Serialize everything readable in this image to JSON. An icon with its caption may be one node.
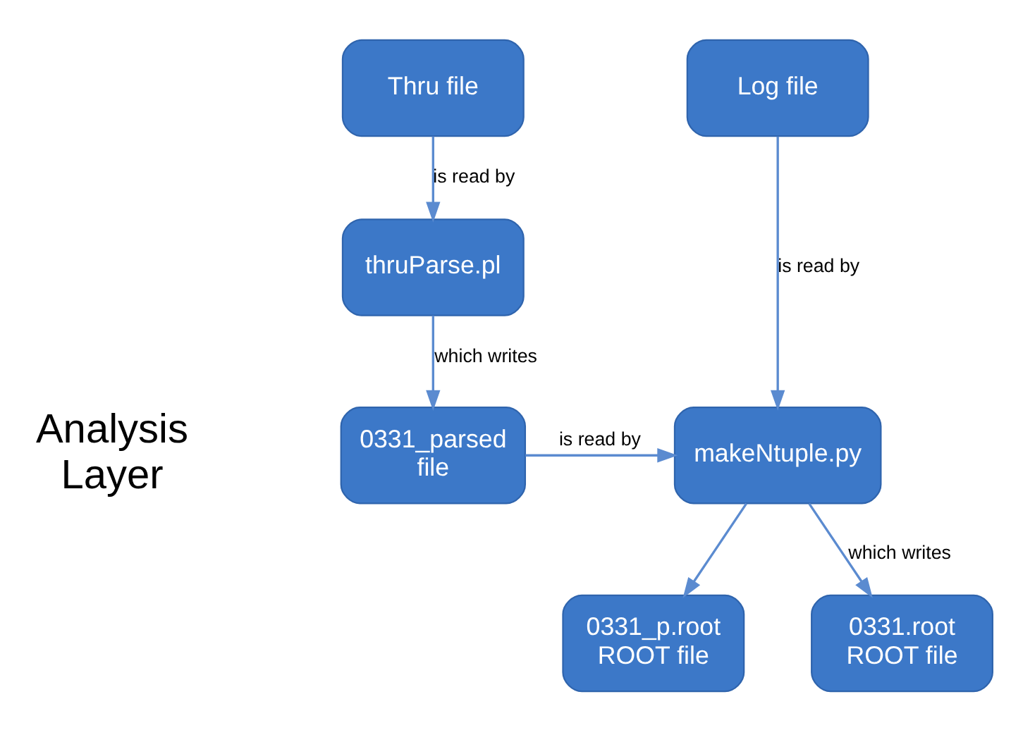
{
  "diagram": {
    "nodes": [
      {
        "text": [
          "Thru file"
        ]
      },
      {
        "text": [
          "Log file"
        ]
      },
      {
        "text": [
          "thruParse.pl"
        ]
      },
      {
        "text": [
          "0331_parsed file"
        ]
      },
      {
        "text": [
          "makeNtuple.py"
        ]
      },
      {
        "text": [
          "0331_p.root ROOT file"
        ]
      },
      {
        "text": [
          "0331.root ROOT file"
        ]
      }
    ],
    "edges": [
      {
        "from": 0,
        "to": 2,
        "arrow": "to",
        "label": "is read by"
      },
      {
        "from": 2,
        "to": 3,
        "arrow": "to",
        "label": "which writes"
      },
      {
        "from": 1,
        "to": 4,
        "arrow": "to",
        "label": "is read by"
      },
      {
        "from": 3,
        "to": 4,
        "arrow": "to",
        "label": "is read by"
      },
      {
        "from": 4,
        "to": 5,
        "arrow": "to"
      },
      {
        "from": 4,
        "to": 6,
        "arrow": "to",
        "label": "which writes"
      }
    ],
    "labels": [
      "Analysis Layer"
    ]
  }
}
